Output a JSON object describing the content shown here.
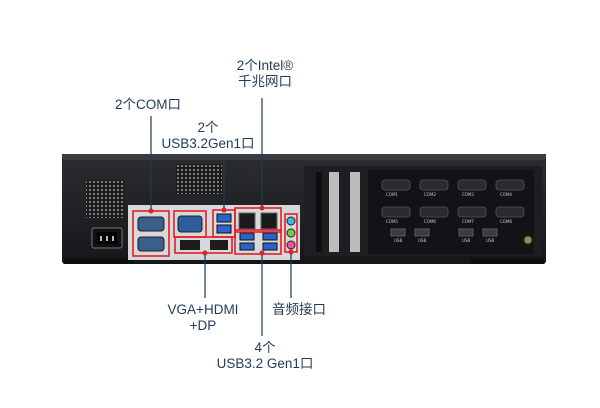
{
  "callouts": {
    "com": "2个COM口",
    "intel_line1": "2个Intel®",
    "intel_line2": "千兆网口",
    "usb_top_line1": "2个",
    "usb_top_line2": "USB3.2Gen1口",
    "vga_line1": "VGA+HDMI",
    "vga_line2": "+DP",
    "audio": "音频接口",
    "usb_bot_line1": "4个",
    "usb_bot_line2": "USB3.2 Gen1口"
  },
  "colors": {
    "accent_red": "#e0202a",
    "callout_text": "#1f3b57",
    "chassis": "#202226"
  },
  "expansion_panel": {
    "com_labels": [
      "COM1",
      "COM2",
      "COM3",
      "COM4",
      "COM5",
      "COM6",
      "COM7",
      "COM8"
    ],
    "usb_label": "USB"
  }
}
